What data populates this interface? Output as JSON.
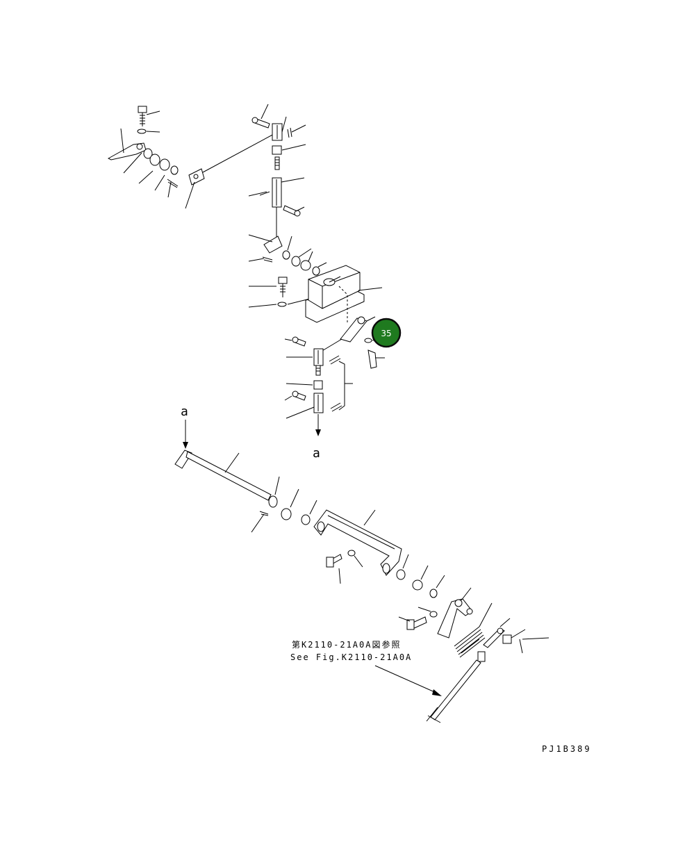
{
  "diagram": {
    "view_marker_label": "a",
    "ref_note_jp": "第K2110-21A0A図参照",
    "ref_note_en": "See Fig.K2110-21A0A",
    "drawing_code": "PJ1B389",
    "callouts": [
      {
        "number": "35",
        "color": "#1f7a1f"
      }
    ]
  }
}
